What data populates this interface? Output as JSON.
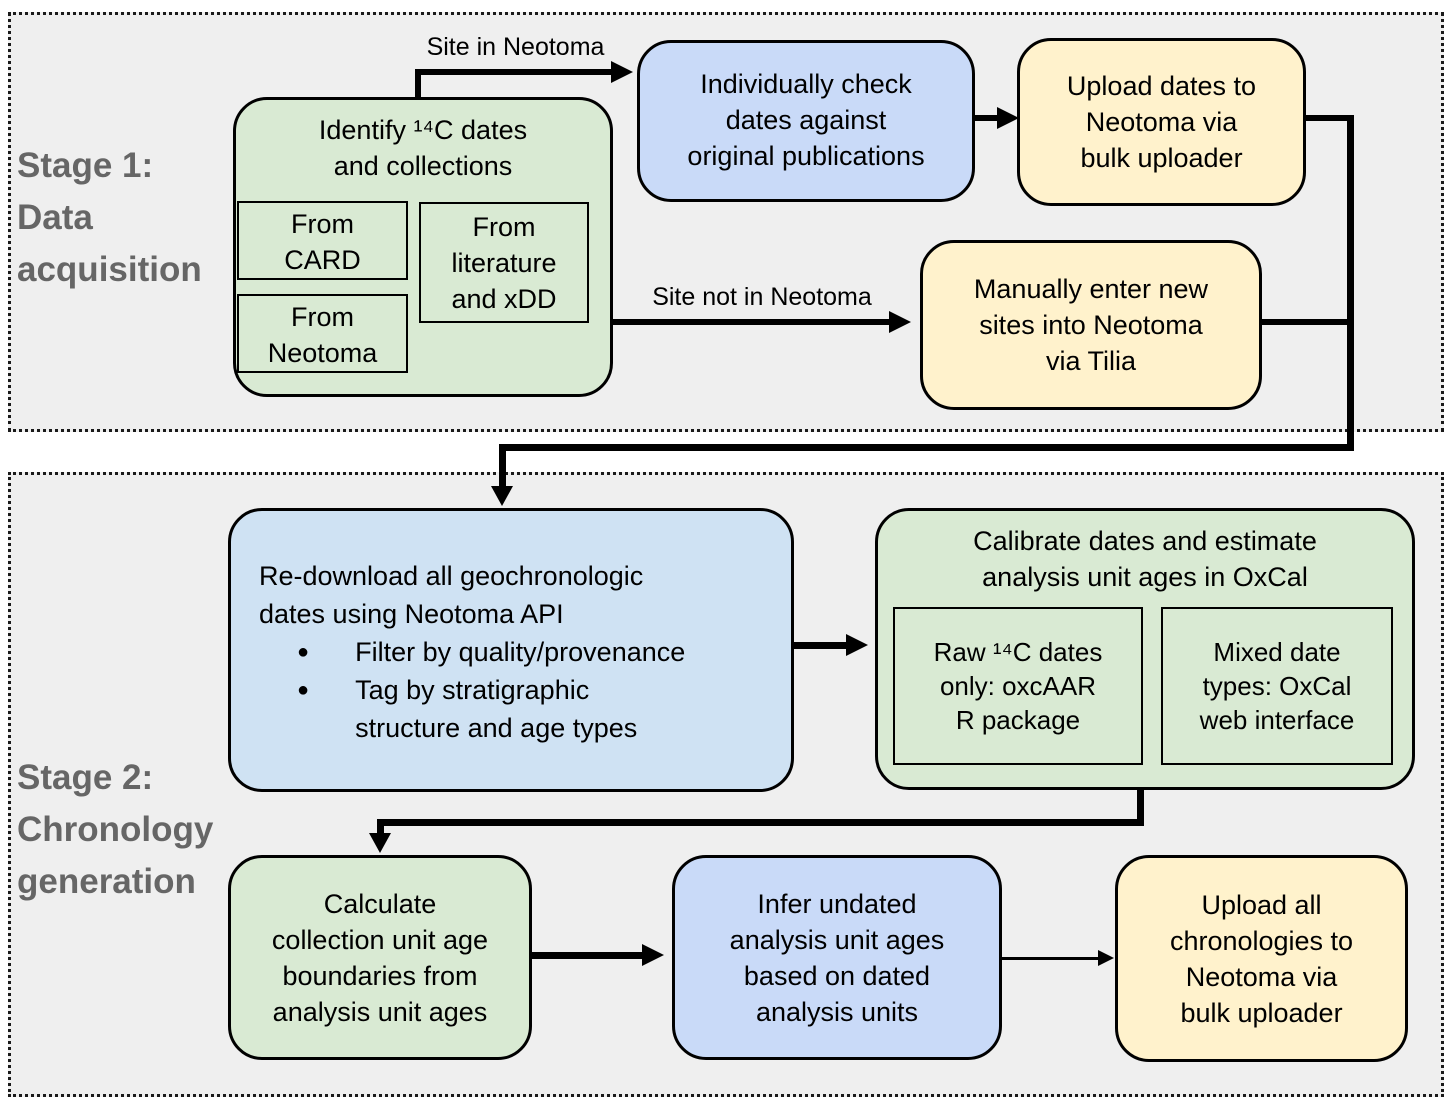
{
  "colors": {
    "node_green": "#d9ead3",
    "node_blue": "#c9daf8",
    "node_lightblue": "#cfe2f3",
    "node_yellow": "#fff2cc",
    "panel_gray": "#efefef",
    "stage_label_gray": "#666666",
    "line_black": "#000000"
  },
  "stage1": {
    "label": "Stage 1:\nData\nacquisition",
    "identify": {
      "title": "Identify ¹⁴C dates\nand collections",
      "card": "From\nCARD",
      "neotoma": "From\nNeotoma",
      "literature": "From\nliterature\nand xDD"
    },
    "check": "Individually check\ndates against\noriginal publications",
    "upload_dates": "Upload dates to\nNeotoma via\nbulk uploader",
    "manual_enter": "Manually enter new\nsites into Neotoma\nvia Tilia",
    "edge_site_in": "Site in Neotoma",
    "edge_site_not_in": "Site not in Neotoma"
  },
  "stage2": {
    "label": "Stage 2:\nChronology\ngeneration",
    "redownload": {
      "intro": "Re-download all geochronologic\ndates using Neotoma API",
      "bullet_glyph": "●",
      "bullets": [
        "Filter by quality/provenance",
        "Tag by stratigraphic\nstructure and age types"
      ]
    },
    "calibrate": {
      "title": "Calibrate dates and estimate\nanalysis unit ages in OxCal",
      "raw": "Raw ¹⁴C dates\nonly: oxcAAR\nR package",
      "mixed": "Mixed date\ntypes: OxCal\nweb interface"
    },
    "calculate": "Calculate\ncollection unit age\nboundaries from\nanalysis unit ages",
    "infer": "Infer undated\nanalysis unit ages\nbased on dated\nanalysis units",
    "upload_chronologies": "Upload all\nchronologies to\nNeotoma via\nbulk uploader"
  }
}
